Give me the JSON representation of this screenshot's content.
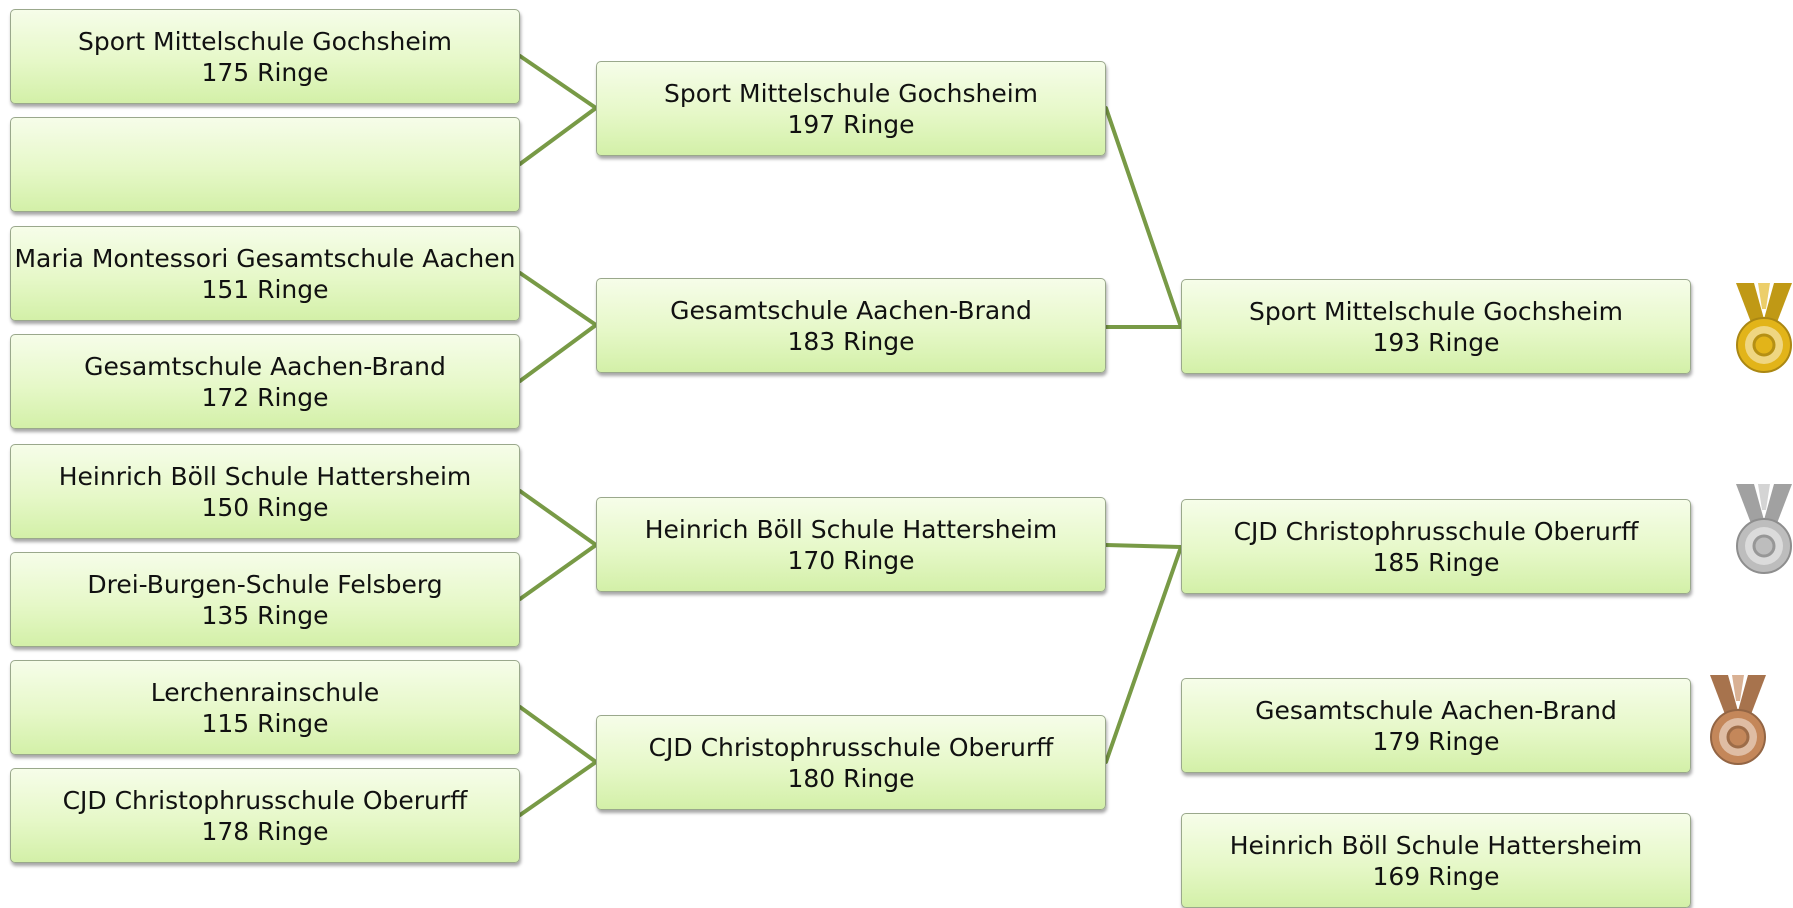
{
  "colors": {
    "connector": "#789a46",
    "box_top": "#f6fde9",
    "box_bottom": "#d3f0a8",
    "gold": "#e2b419",
    "silver": "#bdbdbd",
    "bronze": "#c4875a"
  },
  "round1": [
    {
      "team": "Sport Mittelschule Gochsheim",
      "score": "175 Ringe"
    },
    {
      "team": "",
      "score": ""
    },
    {
      "team": "Maria Montessori Gesamtschule Aachen",
      "score": "151 Ringe"
    },
    {
      "team": "Gesamtschule Aachen-Brand",
      "score": "172 Ringe"
    },
    {
      "team": "Heinrich Böll Schule Hattersheim",
      "score": "150 Ringe"
    },
    {
      "team": "Drei-Burgen-Schule Felsberg",
      "score": "135 Ringe"
    },
    {
      "team": "Lerchenrainschule",
      "score": "115 Ringe"
    },
    {
      "team": "CJD Christophrusschule Oberurff",
      "score": "178 Ringe"
    }
  ],
  "round2": [
    {
      "team": "Sport Mittelschule Gochsheim",
      "score": "197 Ringe"
    },
    {
      "team": "Gesamtschule Aachen-Brand",
      "score": "183 Ringe"
    },
    {
      "team": "Heinrich Böll Schule Hattersheim",
      "score": "170 Ringe"
    },
    {
      "team": "CJD Christophrusschule Oberurff",
      "score": "180 Ringe"
    }
  ],
  "final": [
    {
      "team": "Sport Mittelschule Gochsheim",
      "score": "193 Ringe"
    },
    {
      "team": "CJD Christophrusschule Oberurff",
      "score": "185 Ringe"
    }
  ],
  "third_place": [
    {
      "team": "Gesamtschule Aachen-Brand",
      "score": "179 Ringe"
    },
    {
      "team": "Heinrich Böll Schule Hattersheim",
      "score": "169 Ringe"
    }
  ],
  "medals": [
    {
      "name": "gold-medal-icon",
      "color": "#e2b419"
    },
    {
      "name": "silver-medal-icon",
      "color": "#bdbdbd"
    },
    {
      "name": "bronze-medal-icon",
      "color": "#c4875a"
    }
  ]
}
